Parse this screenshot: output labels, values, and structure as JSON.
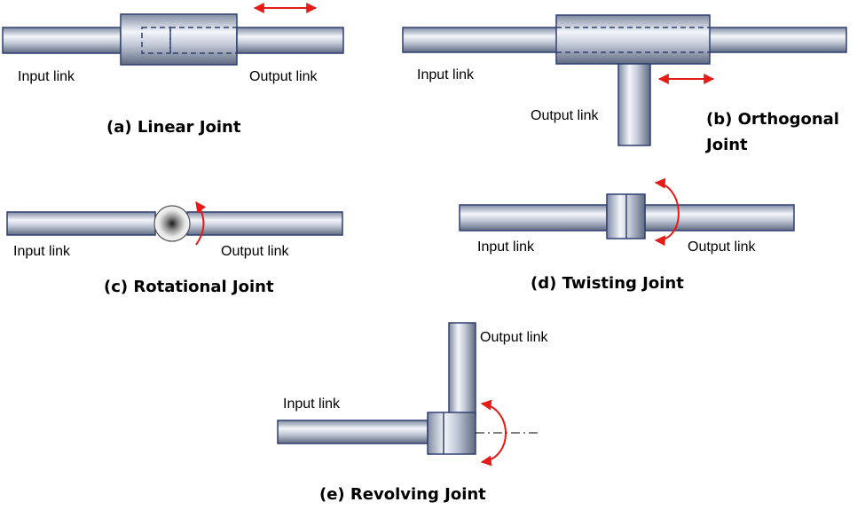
{
  "labels": {
    "input": "Input link",
    "output": "Output link"
  },
  "captions": {
    "a": "(a) Linear Joint",
    "b_line1": "(b) Orthogonal",
    "b_line2": "Joint",
    "c": "(c) Rotational Joint",
    "d": "(d) Twisting Joint",
    "e": "(e) Revolving Joint"
  },
  "colors": {
    "link_outline": "#2f3f73",
    "link_light": "#eef1f8",
    "link_mid": "#b9c2d4",
    "link_dark": "#6f7a8e",
    "motion_arrow": "#e41b17"
  }
}
